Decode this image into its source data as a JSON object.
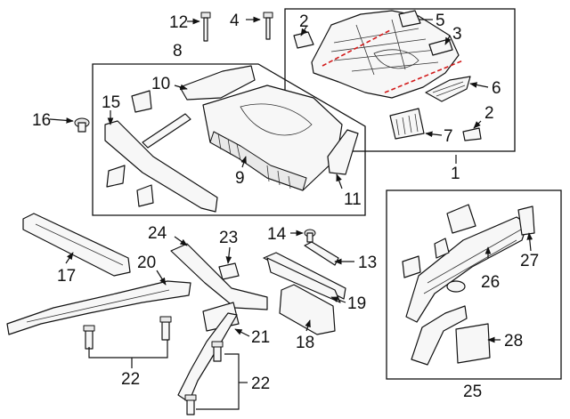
{
  "callouts": [
    "12",
    "4",
    "2",
    "5",
    "3",
    "8",
    "10",
    "15",
    "16",
    "6",
    "2",
    "7",
    "9",
    "11",
    "1",
    "14",
    "24",
    "23",
    "13",
    "17",
    "20",
    "26",
    "27",
    "19",
    "18",
    "21",
    "28",
    "22",
    "22",
    "25"
  ],
  "colors": {
    "cut_line": "#d21a1a",
    "line": "#111111"
  },
  "icons": [
    "bolt-icon",
    "rivet-icon",
    "arrow-icon"
  ]
}
